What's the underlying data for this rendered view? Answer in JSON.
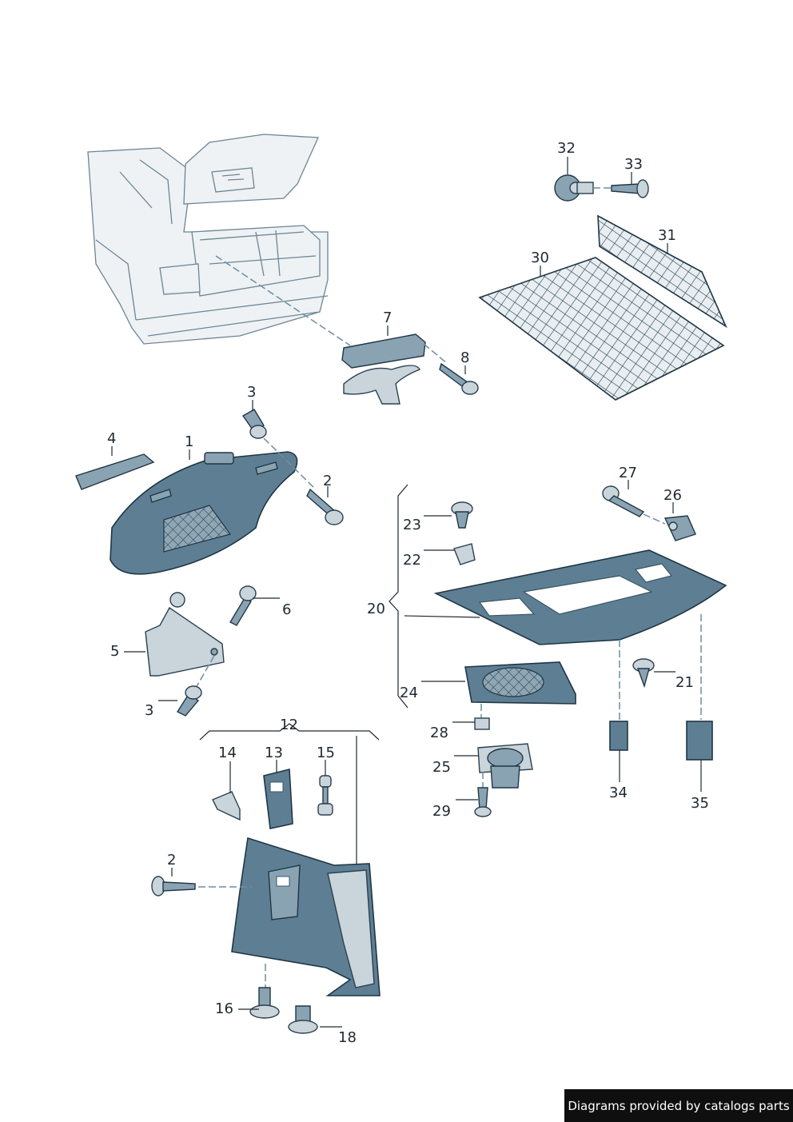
{
  "callouts": [
    {
      "id": "c32",
      "text": "32"
    },
    {
      "id": "c33",
      "text": "33"
    },
    {
      "id": "c31",
      "text": "31"
    },
    {
      "id": "c30",
      "text": "30"
    },
    {
      "id": "c7",
      "text": "7"
    },
    {
      "id": "c8",
      "text": "8"
    },
    {
      "id": "c3a",
      "text": "3"
    },
    {
      "id": "c4",
      "text": "4"
    },
    {
      "id": "c1",
      "text": "1"
    },
    {
      "id": "c2a",
      "text": "2"
    },
    {
      "id": "c6",
      "text": "6"
    },
    {
      "id": "c5",
      "text": "5"
    },
    {
      "id": "c3b",
      "text": "3"
    },
    {
      "id": "c27",
      "text": "27"
    },
    {
      "id": "c26",
      "text": "26"
    },
    {
      "id": "c23",
      "text": "23"
    },
    {
      "id": "c22",
      "text": "22"
    },
    {
      "id": "c20",
      "text": "20"
    },
    {
      "id": "c21",
      "text": "21"
    },
    {
      "id": "c24",
      "text": "24"
    },
    {
      "id": "c28",
      "text": "28"
    },
    {
      "id": "c25",
      "text": "25"
    },
    {
      "id": "c29",
      "text": "29"
    },
    {
      "id": "c34",
      "text": "34"
    },
    {
      "id": "c35",
      "text": "35"
    },
    {
      "id": "c12",
      "text": "12"
    },
    {
      "id": "c14",
      "text": "14"
    },
    {
      "id": "c13",
      "text": "13"
    },
    {
      "id": "c15",
      "text": "15"
    },
    {
      "id": "c2b",
      "text": "2"
    },
    {
      "id": "c16",
      "text": "16"
    },
    {
      "id": "c18",
      "text": "18"
    }
  ],
  "footer": {
    "text": "Diagrams provided by catalogs parts"
  },
  "colors": {
    "part": "#5e7f93",
    "part_light": "#c9d4db",
    "outline": "#1f3644",
    "footer_bg": "#0f0f0f"
  }
}
